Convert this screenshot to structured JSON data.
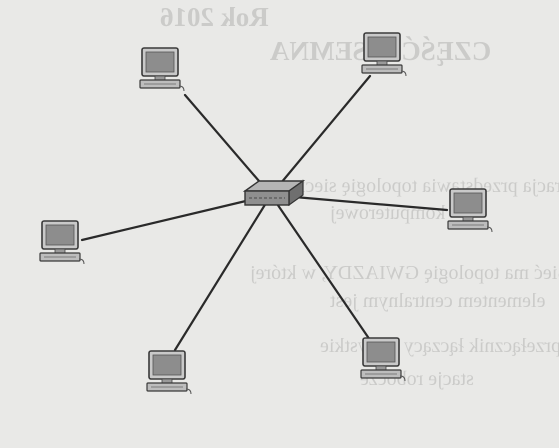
{
  "background_color": "#e9e9e7",
  "link_color": "#2a2a2a",
  "bleed_through_text": [
    "Rok 2016",
    "CZĘŚĆ PISEMNA",
    "Ilustracja przedstawia topologię sieci",
    "komputerowej",
    "Sieć ma topologię GWIAZDY, w której",
    "elementem centralnym jest",
    "przełącznik łączący wszystkie",
    "stacje robocze"
  ],
  "diagram": {
    "topology": "star",
    "hub": {
      "id": "switch",
      "icon": "network-switch-icon"
    },
    "nodes": [
      {
        "id": "pc-top-left",
        "icon": "desktop-computer-icon"
      },
      {
        "id": "pc-top-right",
        "icon": "desktop-computer-icon"
      },
      {
        "id": "pc-left",
        "icon": "desktop-computer-icon"
      },
      {
        "id": "pc-right",
        "icon": "desktop-computer-icon"
      },
      {
        "id": "pc-bottom-left",
        "icon": "desktop-computer-icon"
      },
      {
        "id": "pc-bottom-right",
        "icon": "desktop-computer-icon"
      }
    ],
    "links": [
      {
        "from": "switch",
        "to": "pc-top-left"
      },
      {
        "from": "switch",
        "to": "pc-top-right"
      },
      {
        "from": "switch",
        "to": "pc-left"
      },
      {
        "from": "switch",
        "to": "pc-right"
      },
      {
        "from": "switch",
        "to": "pc-bottom-left"
      },
      {
        "from": "switch",
        "to": "pc-bottom-right"
      }
    ]
  }
}
